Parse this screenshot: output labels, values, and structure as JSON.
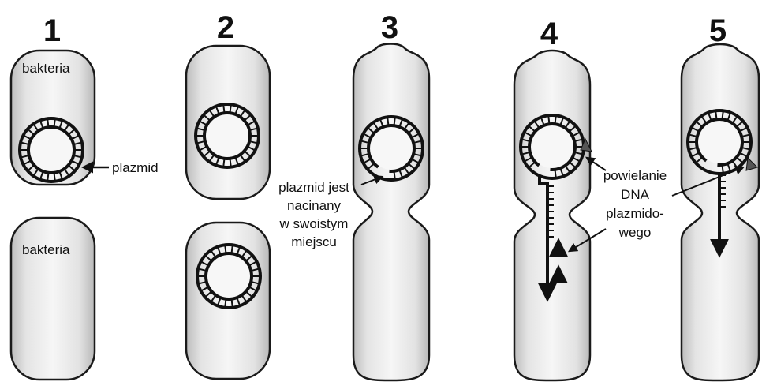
{
  "stages": [
    {
      "number": "1"
    },
    {
      "number": "2"
    },
    {
      "number": "3"
    },
    {
      "number": "4"
    },
    {
      "number": "5"
    }
  ],
  "labels": {
    "bacteria_top": "bakteria",
    "bacteria_bottom": "bakteria",
    "plasmid": "plazmid",
    "nick": [
      "plazmid jest",
      "nacinany",
      "w swoistym",
      "miejscu"
    ],
    "replication": [
      "powielanie",
      "DNA",
      "plazmido-",
      "wego"
    ]
  },
  "colors": {
    "cell_fill": "#ececec",
    "cell_highlight": "#fbfbfb",
    "outline": "#1a1a1a"
  }
}
